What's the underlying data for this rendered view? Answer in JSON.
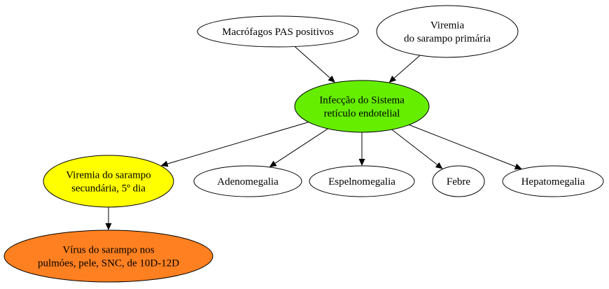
{
  "nodes": [
    {
      "id": "macrofagos",
      "lines": [
        "Macrófagos PAS positivos"
      ],
      "fill": "#ffffff"
    },
    {
      "id": "viremia-primaria",
      "lines": [
        "Viremia",
        "do sarampo primária"
      ],
      "fill": "#ffffff"
    },
    {
      "id": "infeccao",
      "lines": [
        "Infecção do Sistema",
        "retículo endotelial"
      ],
      "fill": "#66ee00"
    },
    {
      "id": "viremia-secundaria",
      "lines": [
        "Viremia do sarampo",
        "secundária, 5º dia"
      ],
      "fill": "#ffff00"
    },
    {
      "id": "adenomegalia",
      "lines": [
        "Adenomegalia"
      ],
      "fill": "#ffffff"
    },
    {
      "id": "espelnomegalia",
      "lines": [
        "Espelnomegalia"
      ],
      "fill": "#ffffff"
    },
    {
      "id": "febre",
      "lines": [
        "Febre"
      ],
      "fill": "#ffffff"
    },
    {
      "id": "hepatomegalia",
      "lines": [
        "Hepatomegalia"
      ],
      "fill": "#ffffff"
    },
    {
      "id": "virus",
      "lines": [
        "Vírus do sarampo nos",
        "pulmóes, pele, SNC, de 10D-12D"
      ],
      "fill": "#ff8020"
    }
  ],
  "edges": [
    {
      "from": "macrofagos",
      "to": "infeccao"
    },
    {
      "from": "viremia-primaria",
      "to": "infeccao"
    },
    {
      "from": "infeccao",
      "to": "viremia-secundaria"
    },
    {
      "from": "infeccao",
      "to": "adenomegalia"
    },
    {
      "from": "infeccao",
      "to": "espelnomegalia"
    },
    {
      "from": "infeccao",
      "to": "febre"
    },
    {
      "from": "infeccao",
      "to": "hepatomegalia"
    },
    {
      "from": "viremia-secundaria",
      "to": "virus"
    }
  ]
}
